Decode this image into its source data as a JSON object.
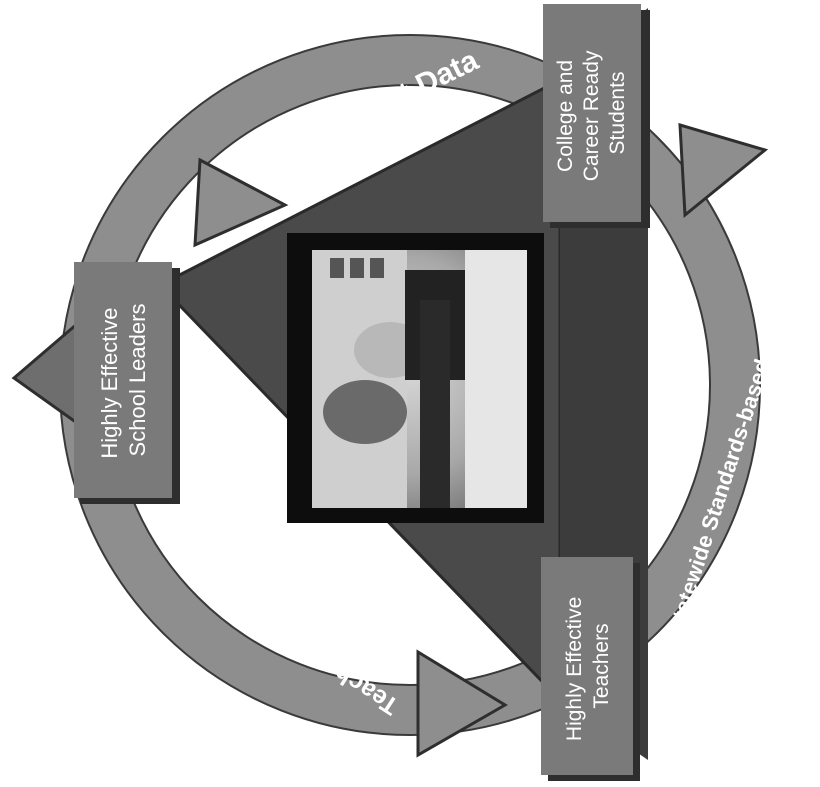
{
  "diagram": {
    "nodes": {
      "school_leaders": {
        "line1": "Highly Effective",
        "line2": "School Leaders"
      },
      "students": {
        "line1": "College and",
        "line2": "Career Ready",
        "line3": "Students"
      },
      "teachers": {
        "line1": "Highly Effective",
        "line2": "Teachers"
      }
    },
    "cycle_labels": {
      "assessment": "Assessment Data",
      "curriculum": "Statewide Standards-based Curriculum",
      "evaluation": "Teacher Evaluation"
    },
    "photo": {
      "description_icon": "classroom-photo"
    },
    "colors": {
      "ring": "#8e8e8e",
      "ring_edge": "#3a3a3a",
      "triangle": "#4a4a4a",
      "box": "#7a7a7a",
      "box_shadow": "#2e2e2e",
      "photo_frame": "#0d0d0d"
    }
  }
}
